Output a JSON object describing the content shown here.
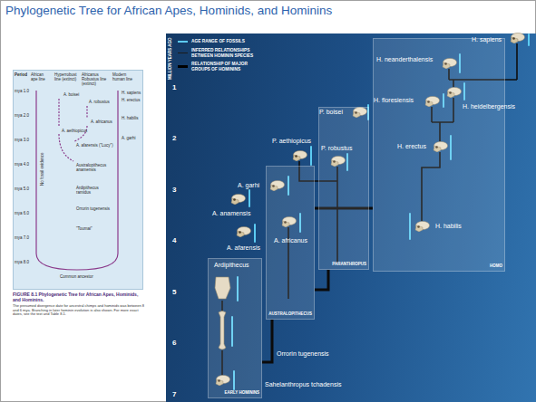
{
  "diagram": {
    "title": "Phylogenetic Tree for African Apes, Hominids, and Hominins",
    "nodes": [
      {
        "text": [
          "EARLY HOMININS"
        ]
      },
      {
        "text": [
          "AUSTRALOPITHECUS"
        ]
      },
      {
        "text": [
          "PARANTHROPUS"
        ]
      },
      {
        "text": [
          "HOMO"
        ]
      }
    ],
    "edges": [
      {
        "from": 0,
        "to": 1,
        "arrow": "none"
      },
      {
        "from": 1,
        "to": 2,
        "arrow": "none"
      },
      {
        "from": 1,
        "to": 3,
        "arrow": "none"
      }
    ],
    "labels": [
      "MILLION YEARS AGO",
      "1",
      "2",
      "3",
      "4",
      "5",
      "6",
      "7",
      "H. sapiens",
      "H. neanderthalensis",
      "H. floresiensis",
      "H. heidelbergensis",
      "H. erectus",
      "H. habilis",
      "P. boisei",
      "P. aethiopicus",
      "P. robustus",
      "A. garhi",
      "A. africanus",
      "A. afarensis",
      "A. anamensis",
      "Ardipithecus",
      "Orrorin tugenensis",
      "Sahelanthropus tchadensis",
      "Period",
      "African ape line",
      "Hyperrobust line (extinct)",
      "Africanus Robustus line (extinct)",
      "Modern human line",
      "mya 1.0",
      "mya 2.0",
      "mya 3.0",
      "mya 4.0",
      "mya 5.0",
      "mya 6.0",
      "mya 7.0",
      "mya 8.0",
      "No fossil evidence",
      "A. boisei",
      "A. robustus",
      "A. aethiopicus",
      "A. africanus",
      "H. sapiens",
      "H. erectus",
      "H. habilis",
      "A. garhi",
      "A. afarensis (\"Lucy\")",
      "Australopithecus anamensis",
      "Ardipithecus ramidus",
      "Orrorin tugenensis",
      "\"Toumai\"",
      "Common ancestor",
      "FIGURE 8.1 Phylogenetic Tree for African Apes, Hominids, and Hominins.",
      "The presumed divergence date for ancestral chimps and hominids was between 8 and 6 mya. Branching in later hominin evolution is also shown. For more exact dates, see the text and Table 8.1."
    ],
    "legend": [
      {
        "text": "AGE RANGE OF FOSSILS"
      },
      {
        "text": "INFERRED RELATIONSHIPS BETWEEN HOMININ SPECIES"
      },
      {
        "text": "RELATIONSHIP OF MAJOR GROUPS OF HOMININS"
      }
    ]
  }
}
